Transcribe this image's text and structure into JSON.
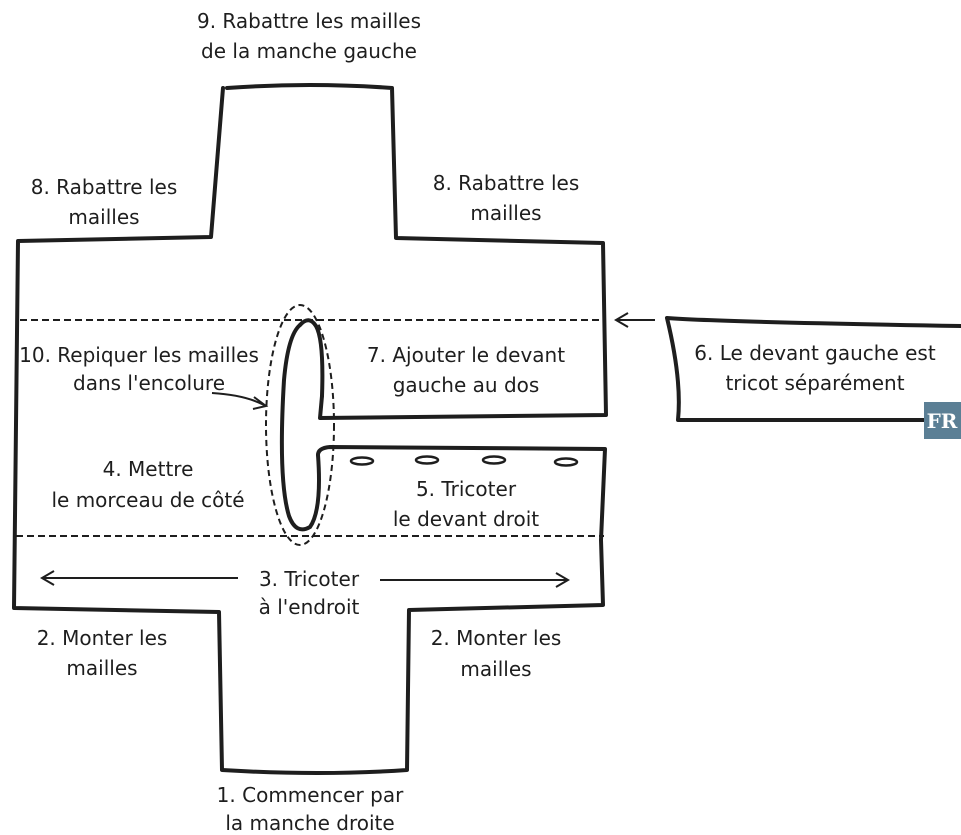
{
  "diagram": {
    "labels": {
      "step1": [
        "1.  Commencer par",
        "la manche droite"
      ],
      "step2_left": [
        "2.   Monter les",
        "mailles"
      ],
      "step2_right": [
        "2.   Monter les",
        "mailles"
      ],
      "step3": [
        "3. Tricoter",
        "à l'endroit"
      ],
      "step4": [
        "4. Mettre",
        "le morceau de côté"
      ],
      "step5": [
        "5. Tricoter",
        "le devant droit"
      ],
      "step6": [
        "6. Le devant gauche est",
        "tricot séparément"
      ],
      "step7": [
        "7. Ajouter le devant",
        "gauche au dos"
      ],
      "step8_left": [
        "8. Rabattre les",
        "mailles"
      ],
      "step8_right": [
        "8. Rabattre les",
        "mailles"
      ],
      "step9": [
        "9. Rabattre les mailles",
        "de la manche gauche"
      ],
      "step10": [
        "10. Repiquer les mailles",
        "dans l'encolure"
      ]
    },
    "badge": "FR",
    "colors": {
      "stroke": "#1e1e1e",
      "badge_bg": "#5b7f95",
      "badge_text": "#ffffff"
    }
  }
}
